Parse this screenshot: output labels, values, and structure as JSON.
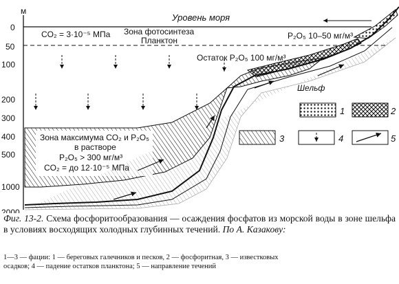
{
  "axis": {
    "unit": "м",
    "ticks": [
      "0",
      "50",
      "100",
      "200",
      "300",
      "400",
      "500",
      "1000",
      "2000"
    ]
  },
  "labels": {
    "sea_level": "Уровень моря",
    "co2_surface": "CO₂ = 3·10⁻⁵ МПа",
    "photosynthesis_zone": "Зона фотосинтеза",
    "plankton": "Планктон",
    "p2o5_shelf": "P₂O₅ 10–50 мг/м³",
    "p2o5_residue": "Остаток P₂O₅ 100 мг/м³",
    "shelf": "Шельф",
    "max_zone_1": "Зона максимума CO₂ и P₂O₅",
    "max_zone_2": "в растворе",
    "max_zone_3": "P₂O₅ > 300 мг/м³",
    "max_zone_4": "CO₂ = до 12·10⁻⁵ МПа"
  },
  "legend": {
    "items": [
      {
        "num": "1",
        "pattern": "pebbles"
      },
      {
        "num": "2",
        "pattern": "phosphorite"
      },
      {
        "num": "3",
        "pattern": "limestone"
      },
      {
        "num": "4",
        "pattern": "plankton-fall"
      },
      {
        "num": "5",
        "pattern": "current"
      }
    ]
  },
  "caption": {
    "fig_no": "Фиг. 13-2.",
    "text": "Схема фосфоритообразования — осаждения фосфатов из морской воды в зоне шельфа в условиях восходящих холодных глубинных течений.",
    "source": "По А. Казакову:"
  },
  "legend_text": {
    "line1": "1—3 — фации: 1 — береговых галечников и песков, 2 — фосфоритная, 3 — известковых",
    "line2": "осадков; 4 — падение остатков планктона; 5 — направление течений"
  },
  "colors": {
    "ink": "#111111",
    "paper": "#ffffff"
  }
}
